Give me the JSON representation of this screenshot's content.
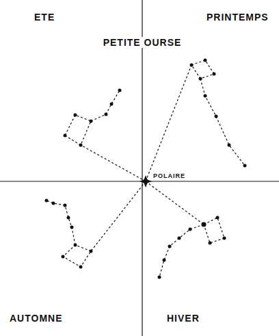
{
  "diagram": {
    "labels": [
      "ETE",
      "PRINTEMPS",
      "PETITE OURSE",
      "POLAIRE",
      "AUTOMNE",
      "HIVER"
    ]
  }
}
